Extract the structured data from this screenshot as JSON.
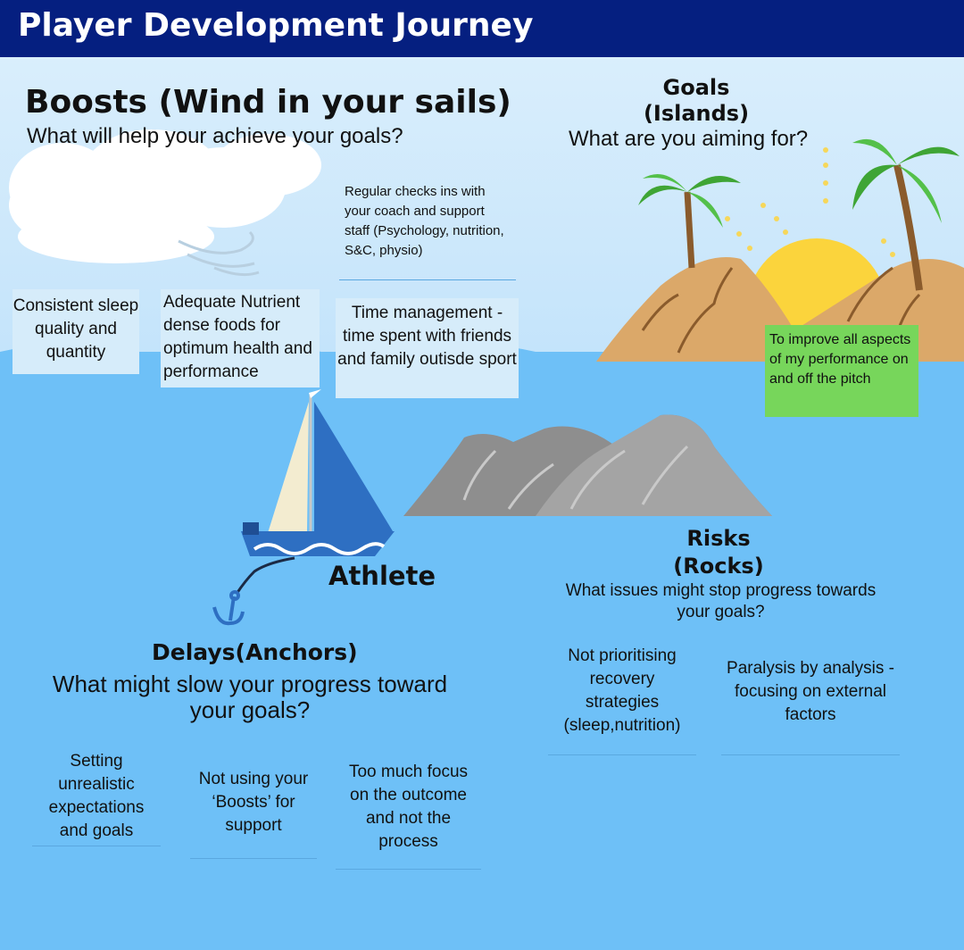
{
  "header": {
    "title": "Player Development Journey"
  },
  "boosts": {
    "heading": "Boosts (Wind in your sails)",
    "question": "What will help your achieve your goals?",
    "notes": [
      "Consistent sleep quality and quantity",
      "Adequate Nutrient dense foods for optimum health and performance",
      "Regular checks ins with your coach and support staff (Psychology, nutrition, S&C, physio)",
      "Time management - time spent with friends and family outisde sport"
    ]
  },
  "goals": {
    "heading_line1": "Goals",
    "heading_line2": "(Islands)",
    "question": "What are you aiming for?",
    "note": "To improve all aspects of my performance on and off the pitch"
  },
  "athlete": {
    "label": "Athlete"
  },
  "risks": {
    "heading_line1": "Risks",
    "heading_line2": "(Rocks)",
    "question": "What issues might stop progress towards your goals?",
    "notes": [
      "Not prioritising recovery strategies (sleep,nutrition)",
      "Paralysis by analysis - focusing on external factors"
    ]
  },
  "delays": {
    "heading": "Delays(Anchors)",
    "question": "What might slow your progress toward your goals?",
    "notes": [
      "Setting unrealistic expectations and goals",
      "Not using your ‘Boosts’ for support",
      "Too much focus on the outcome and not the process"
    ]
  },
  "colors": {
    "header_bg": "#051f80",
    "sea": "#6ec0f7",
    "sky": "#d2eafb",
    "goal_note": "#77d65b",
    "sail_blue": "#2e6fc2",
    "island": "#dba869",
    "rock": "#8e8e8e"
  }
}
